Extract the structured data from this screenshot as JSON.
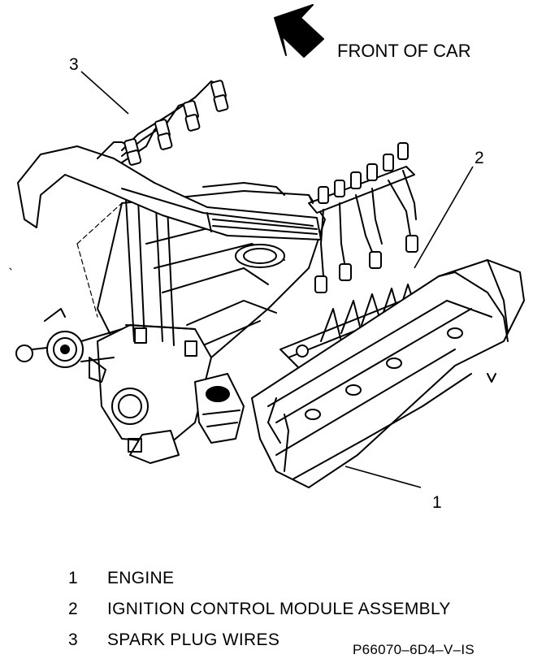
{
  "direction": {
    "label": "FRONT OF CAR",
    "arrow_icon": "arrow-up-left-icon"
  },
  "callouts": [
    {
      "number": "1"
    },
    {
      "number": "2"
    },
    {
      "number": "3"
    }
  ],
  "legend": [
    {
      "number": "1",
      "text": "ENGINE"
    },
    {
      "number": "2",
      "text": "IGNITION CONTROL MODULE ASSEMBLY"
    },
    {
      "number": "3",
      "text": "SPARK PLUG WIRES"
    }
  ],
  "figure_code": "P66070–6D4–V–IS",
  "colors": {
    "ink": "#000000",
    "paper": "#ffffff"
  }
}
